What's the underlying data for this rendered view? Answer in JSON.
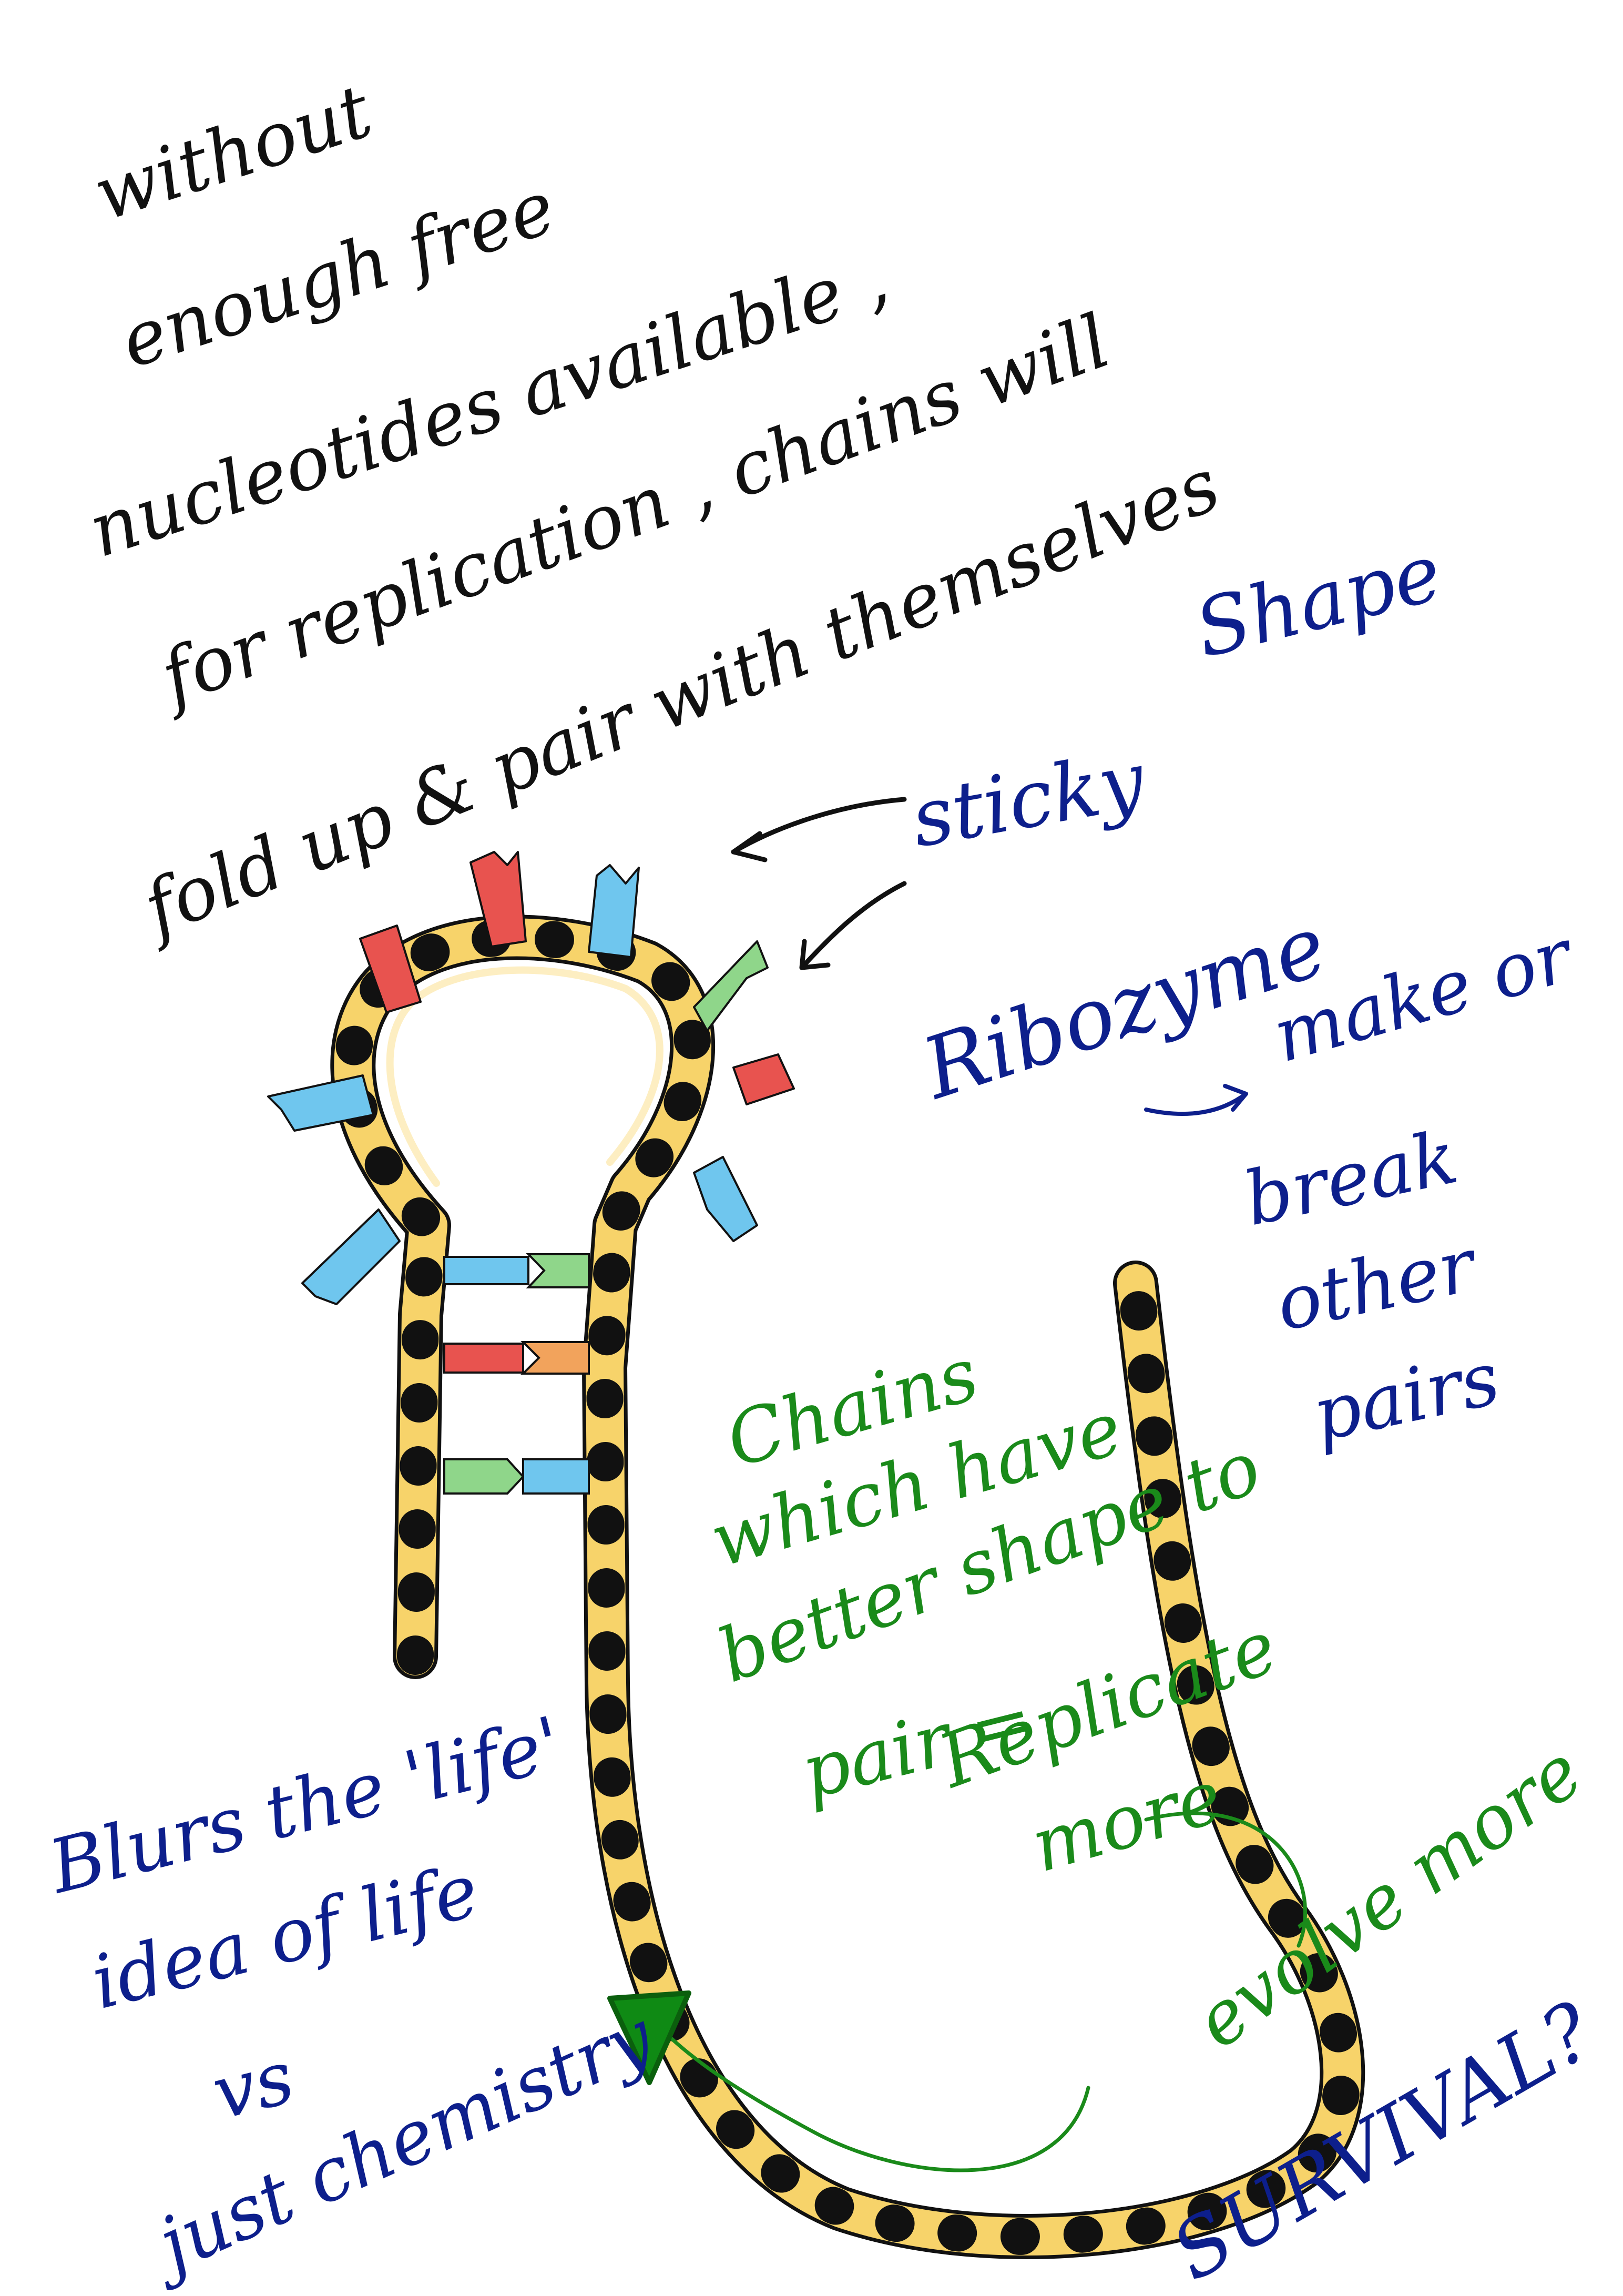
{
  "notes": {
    "intro": [
      "without",
      "enough free",
      "nucleotides available ,",
      "for replication , chains will",
      "fold up & pair with themselves"
    ],
    "shape": "Shape",
    "sticky": "sticky",
    "ribozyme": "Ribozyme",
    "ribozyme_role": [
      "make or",
      "break",
      "other",
      "pairs"
    ],
    "chains_note": [
      "Chains",
      "which have",
      "better shape to",
      "pair =",
      "Replicate",
      "more"
    ],
    "evolve": "evolve more",
    "survival": "SURVIVAL?",
    "life_question": [
      "Blurs the 'life'",
      "idea of life",
      "vs",
      "just chemistry"
    ]
  },
  "colors": {
    "backbone": "#f7d36a",
    "backbone_outline": "#111111",
    "base_red": "#e8534f",
    "base_blue": "#6fc6ee",
    "base_green": "#8fd68a",
    "base_orange": "#f2a35c",
    "ink_black": "#111111",
    "ink_blue": "#0d1f8c",
    "ink_green": "#1a8a1a"
  }
}
